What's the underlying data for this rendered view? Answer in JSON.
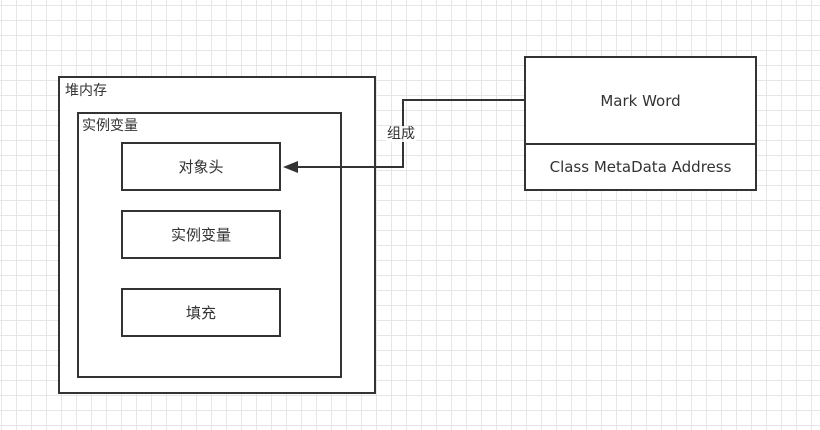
{
  "diagram": {
    "heap": {
      "label": "堆内存"
    },
    "instance_container": {
      "label": "实例变量"
    },
    "inner_blocks": [
      {
        "label": "对象头"
      },
      {
        "label": "实例变量"
      },
      {
        "label": "填充"
      }
    ],
    "object_header_parts": [
      {
        "label": "Mark Word"
      },
      {
        "label": "Class MetaData Address"
      }
    ],
    "edge": {
      "label": "组成",
      "from": "Mark Word",
      "to": "对象头"
    },
    "colors": {
      "stroke": "#333333",
      "grid": "#e6e6e6",
      "background": "#ffffff"
    }
  }
}
